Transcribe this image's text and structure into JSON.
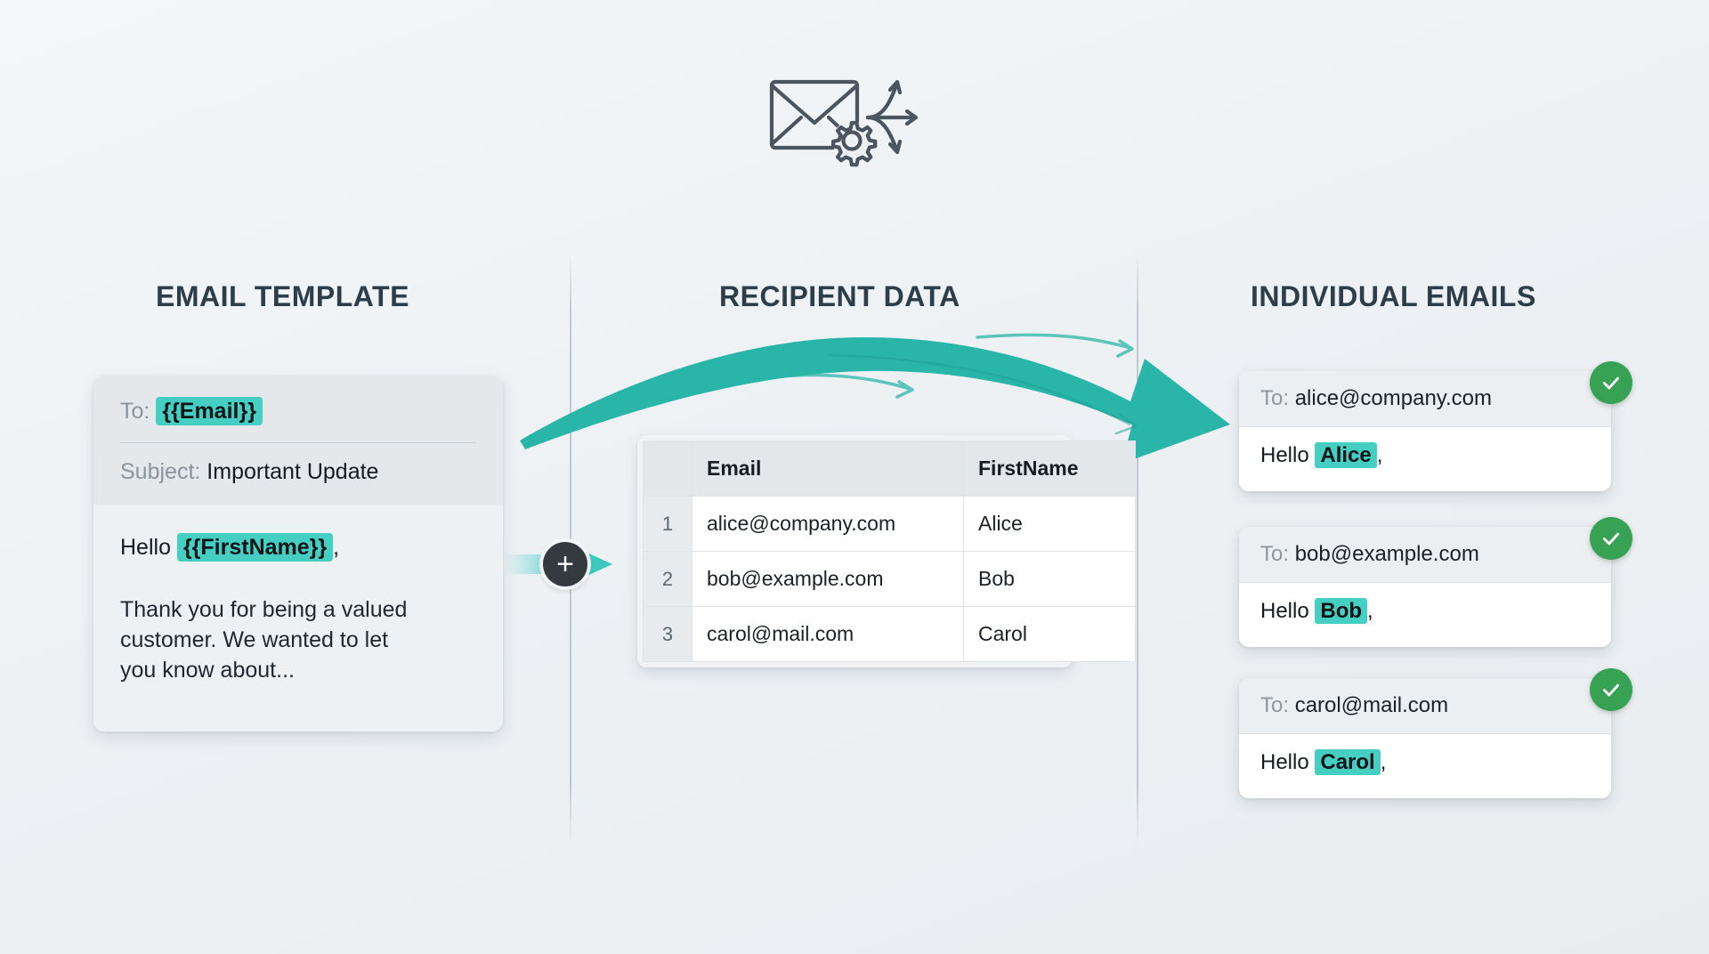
{
  "header": {
    "icon": "envelope-gear-arrows-icon"
  },
  "columns": {
    "template_heading": "EMAIL TEMPLATE",
    "recipient_heading": "RECIPIENT DATA",
    "emails_heading": "INDIVIDUAL EMAILS"
  },
  "template_card": {
    "to_label": "To:",
    "to_token": "{{Email}}",
    "subject_label": "Subject:",
    "subject_value": "Important Update",
    "greeting_prefix": "Hello",
    "greeting_token": "{{FirstName}}",
    "greeting_suffix": ",",
    "body_text": "Thank you for being a valued customer. We wanted to let you know about..."
  },
  "connector": {
    "plus_label": "+",
    "icon": "plus-circle-icon",
    "arrow_icon": "merge-arrow-icon"
  },
  "flow_arrow": {
    "icon": "curved-flow-arrow-icon"
  },
  "recipient_table": {
    "headers": [
      "",
      "Email",
      "FirstName"
    ],
    "rows": [
      {
        "num": "1",
        "email": "alice@company.com",
        "first_name": "Alice"
      },
      {
        "num": "2",
        "email": "bob@example.com",
        "first_name": "Bob"
      },
      {
        "num": "3",
        "email": "carol@mail.com",
        "first_name": "Carol"
      }
    ]
  },
  "individual_emails": [
    {
      "to_label": "To:",
      "to_value": "alice@company.com",
      "greeting_prefix": "Hello",
      "name": "Alice",
      "greeting_suffix": ",",
      "status_icon": "check-circle-icon"
    },
    {
      "to_label": "To:",
      "to_value": "bob@example.com",
      "greeting_prefix": "Hello",
      "name": "Bob",
      "greeting_suffix": ",",
      "status_icon": "check-circle-icon"
    },
    {
      "to_label": "To:",
      "to_value": "carol@mail.com",
      "greeting_prefix": "Hello",
      "name": "Carol",
      "greeting_suffix": ",",
      "status_icon": "check-circle-icon"
    }
  ],
  "colors": {
    "background": "#eef1f4",
    "accent_teal": "#45cfc2",
    "arrow_teal": "#2ab5a9",
    "success_green": "#37a253",
    "heading": "#2d3d4a",
    "badge_dark": "#343a40"
  }
}
